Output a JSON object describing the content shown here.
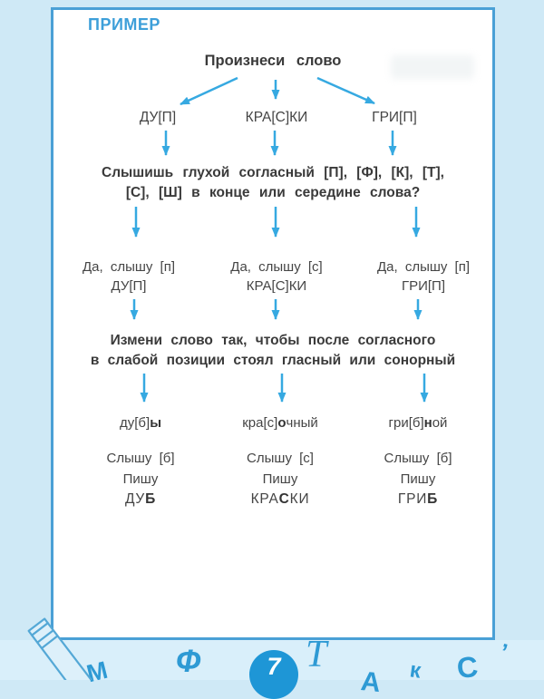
{
  "page": {
    "label": "ПРИМЕР",
    "page_number": "7"
  },
  "flowchart": {
    "title": "Произнеси слово",
    "words": [
      "ДУ[П]",
      "КРА[С]КИ",
      "ГРИ[П]"
    ],
    "question": {
      "line1": "Слышишь глухой согласный [П], [Ф], [К], [Т],",
      "line2": "[С], [Ш] в конце или середине слова?"
    },
    "answers": [
      {
        "heard": "Да, слышу [п]",
        "word": "ДУ[П]"
      },
      {
        "heard": "Да, слышу [с]",
        "word": "КРА[С]КИ"
      },
      {
        "heard": "Да, слышу [п]",
        "word": "ГРИ[П]"
      }
    ],
    "instruction": {
      "line1": "Измени слово так, чтобы после согласного",
      "line2": "в слабой позиции стоял гласный или сонорный"
    },
    "changed_words": [
      {
        "pre": "ду[б]",
        "bold": "ы",
        "post": ""
      },
      {
        "pre": "кра[с]",
        "bold": "о",
        "post": "чный"
      },
      {
        "pre": "гри[б]",
        "bold": "н",
        "post": "ой"
      }
    ],
    "results": [
      {
        "hear": "Слышу [б]",
        "write": "Пишу",
        "word_pre": "ДУ",
        "word_bold": "Б",
        "word_post": ""
      },
      {
        "hear": "Слышу [с]",
        "write": "Пишу",
        "word_pre": "КРА",
        "word_bold": "С",
        "word_post": "КИ"
      },
      {
        "hear": "Слышу [б]",
        "write": "Пишу",
        "word_pre": "ГРИ",
        "word_bold": "Б",
        "word_post": ""
      }
    ]
  },
  "footer": {
    "letters": [
      "М",
      "Ф",
      "Т",
      "А",
      "к",
      "С",
      "’"
    ],
    "page_number": "7"
  },
  "colors": {
    "accent_blue": "#3d9fd9",
    "arrow_blue": "#36a9e1",
    "card_border": "#4aa0d6",
    "background": "#cfe9f6",
    "page_circle": "#1e96d6",
    "body_text": "#3e3e3e",
    "footer_letters": "#2e9ad4"
  }
}
